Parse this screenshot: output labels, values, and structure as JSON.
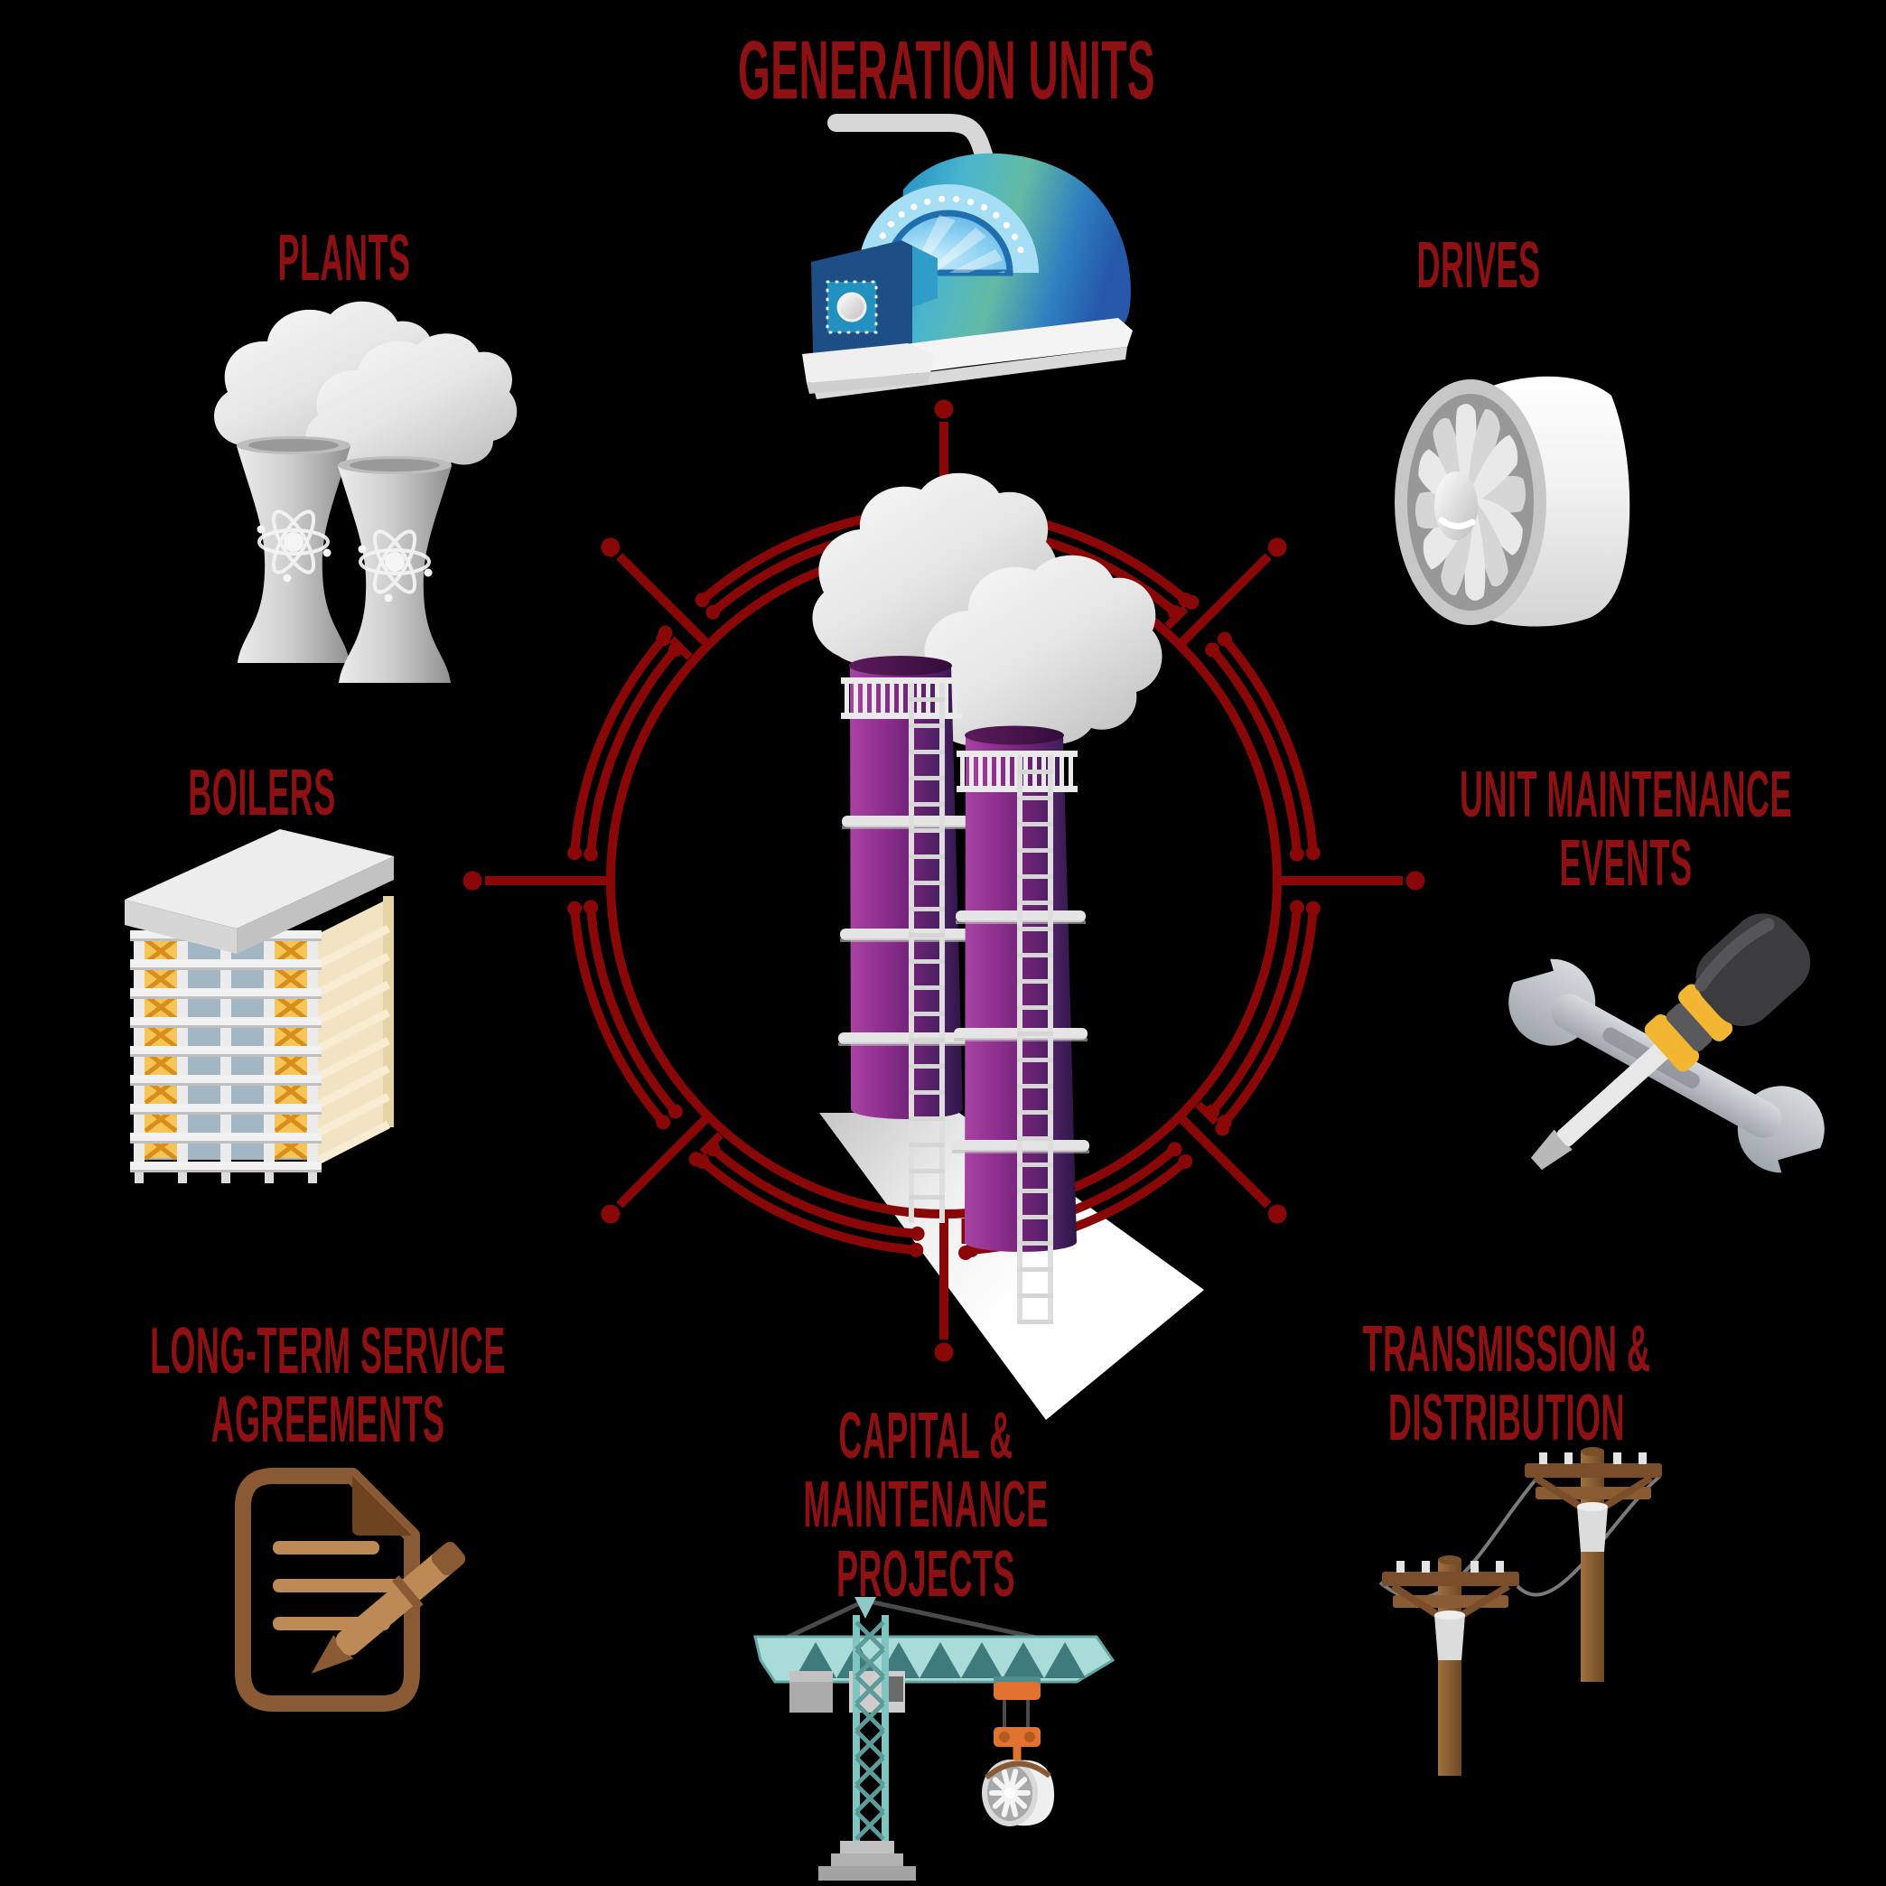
{
  "diagram_title": "GENERATION UNITS",
  "colors": {
    "background": "#000000",
    "heading_red": "#8D1013",
    "circuit_red": "#8A0707",
    "smokestack_purple": "#872B88",
    "steam_gray": "#D9D9D9",
    "generator_blue": "#35A8C8",
    "boiler_yellow": "#F5C557",
    "tool_yellow": "#F2B632",
    "crane_teal": "#9FD8D4",
    "document_brown": "#8A5A35",
    "pole_brown": "#9A6B3A"
  },
  "center_hub": {
    "icon": "smokestacks-icon"
  },
  "nodes": [
    {
      "id": "generation-units",
      "icon": "turbine-generator-icon",
      "label_lines": [
        "GENERATION UNITS"
      ]
    },
    {
      "id": "plants",
      "icon": "cooling-towers-icon",
      "label_lines": [
        "PLANTS"
      ]
    },
    {
      "id": "drives",
      "icon": "jet-engine-icon",
      "label_lines": [
        "DRIVES"
      ]
    },
    {
      "id": "boilers",
      "icon": "boiler-building-icon",
      "label_lines": [
        "BOILERS"
      ]
    },
    {
      "id": "unit-maintenance-events",
      "icon": "wrench-screwdriver-icon",
      "label_lines": [
        "UNIT MAINTENANCE",
        "EVENTS"
      ]
    },
    {
      "id": "long-term-service-agreements",
      "icon": "contract-pen-icon",
      "label_lines": [
        "LONG-TERM SERVICE",
        "AGREEMENTS"
      ]
    },
    {
      "id": "capital-maintenance-projects",
      "icon": "tower-crane-icon",
      "label_lines": [
        "CAPITAL &",
        "MAINTENANCE",
        "PROJECTS"
      ]
    },
    {
      "id": "transmission-distribution",
      "icon": "power-poles-icon",
      "label_lines": [
        "TRANSMISSION &",
        "DISTRIBUTION"
      ]
    }
  ]
}
